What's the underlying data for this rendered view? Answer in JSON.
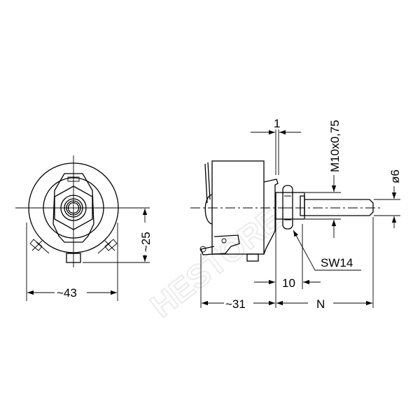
{
  "watermark": "HESTORE",
  "front_view": {
    "width_label": "~43",
    "height_label": "~25"
  },
  "side_view": {
    "panel_thickness_label": "1",
    "thread_label": "M10x0,75",
    "shaft_diameter_label": "ø6",
    "nut_label": "SW14",
    "bushing_length_label": "10",
    "body_depth_label": "~31",
    "shaft_length_label": "N"
  },
  "colors": {
    "line": "#000000",
    "background": "#ffffff",
    "watermark": "#e6e6e6"
  }
}
